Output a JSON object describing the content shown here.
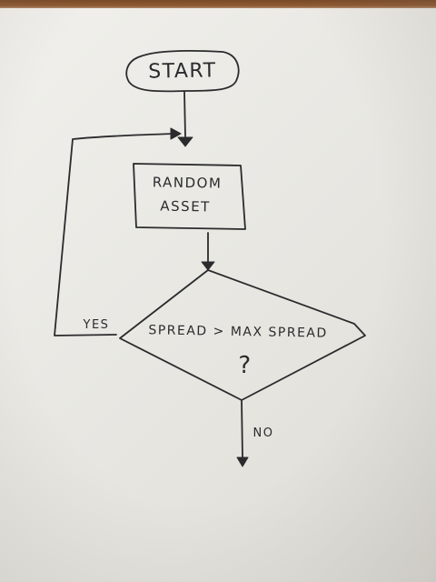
{
  "flowchart": {
    "start": {
      "label": "START"
    },
    "process": {
      "line1": "RANDOM",
      "line2": "ASSET"
    },
    "decision": {
      "line1": "SPREAD > MAX SPREAD",
      "line2": "?"
    },
    "edges": {
      "yes": "YES",
      "no": "NO"
    }
  },
  "colors": {
    "ink": "#2b2b2d",
    "paper": "#ebeae5"
  }
}
